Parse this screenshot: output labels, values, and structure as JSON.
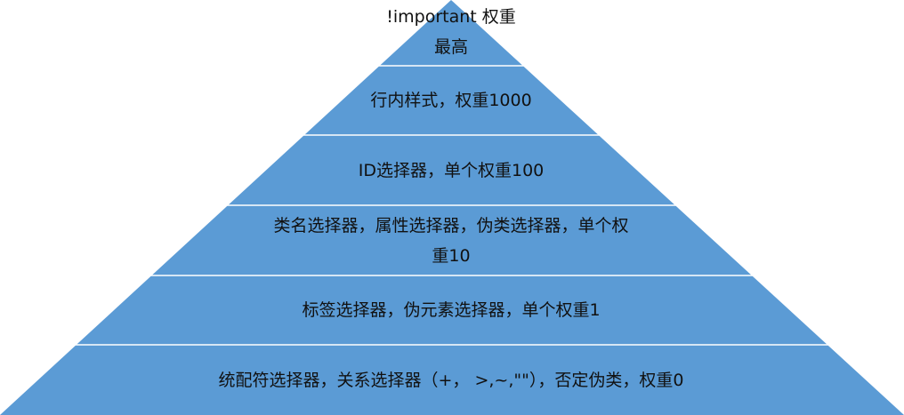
{
  "colors": {
    "fill": "#5b9bd5",
    "divider": "#ffffff",
    "text": "#111111"
  },
  "pyramid": {
    "levels": [
      {
        "line1": "!important 权重",
        "line2": "最高"
      },
      {
        "line1": "行内样式，权重1000"
      },
      {
        "line1": "ID选择器，单个权重100"
      },
      {
        "line1": "类名选择器，属性选择器，伪类选择器，单个权",
        "line2": "重10"
      },
      {
        "line1": "标签选择器，伪元素选择器，单个权重1"
      },
      {
        "line1": "统配符选择器，关系选择器（+， >,~,\"\"），否定伪类，权重0"
      }
    ]
  }
}
